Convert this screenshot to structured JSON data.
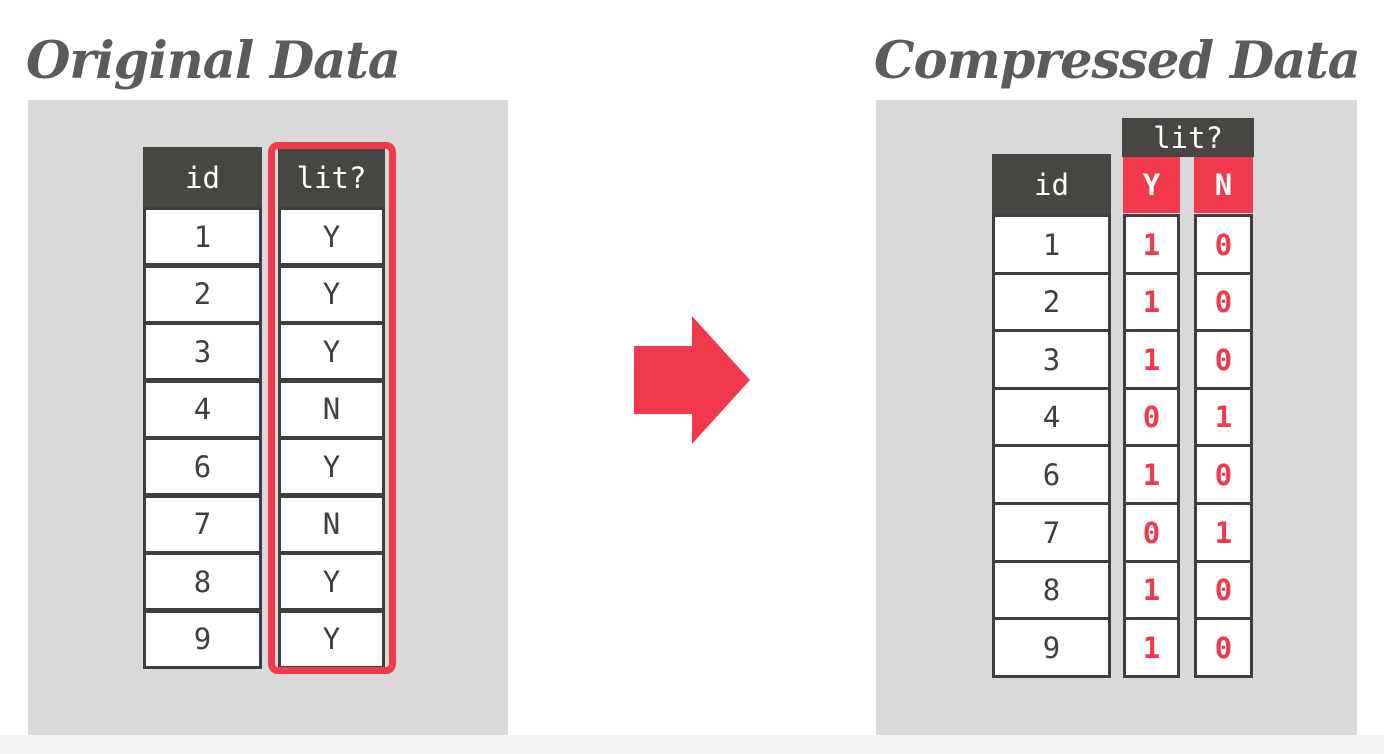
{
  "original": {
    "title": "Original Data",
    "id_header": "id",
    "lit_header": "lit?",
    "ids": [
      "1",
      "2",
      "3",
      "4",
      "6",
      "7",
      "8",
      "9"
    ],
    "lit": [
      "Y",
      "Y",
      "Y",
      "N",
      "Y",
      "N",
      "Y",
      "Y"
    ]
  },
  "compressed": {
    "title": "Compressed Data",
    "id_header": "id",
    "group_header": "lit?",
    "y_header": "Y",
    "n_header": "N",
    "ids": [
      "1",
      "2",
      "3",
      "4",
      "6",
      "7",
      "8",
      "9"
    ],
    "y_bits": [
      "1",
      "1",
      "1",
      "0",
      "1",
      "0",
      "1",
      "1"
    ],
    "n_bits": [
      "0",
      "0",
      "0",
      "1",
      "0",
      "1",
      "0",
      "0"
    ]
  },
  "colors": {
    "accent": "#f2394c",
    "header": "#474643",
    "panel": "#d9d9d9",
    "title": "#5b5b5b"
  }
}
